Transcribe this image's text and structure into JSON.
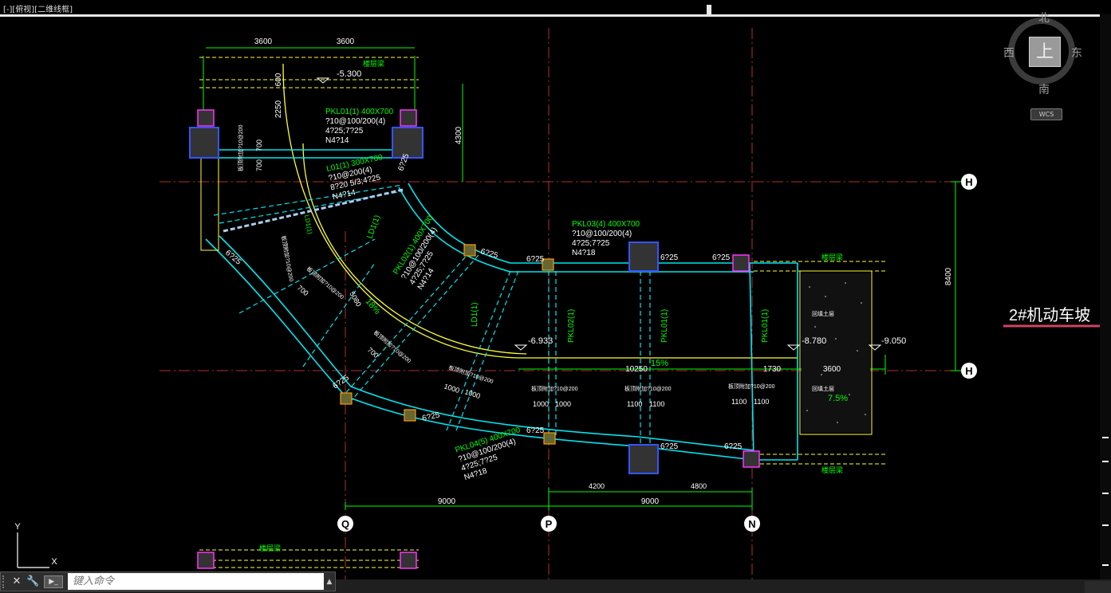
{
  "viewport": {
    "label": "[-][俯视][二维线框]"
  },
  "viewcube": {
    "north": "北",
    "south": "南",
    "east": "东",
    "west": "西",
    "face": "上",
    "wcs": "WCS"
  },
  "command": {
    "placeholder": "键入命令",
    "close_icon": "✕",
    "settings_icon": "🔧",
    "prompt_icon": "▶_",
    "history_icon": "▲"
  },
  "ucs": {
    "x": "X",
    "y": "Y"
  },
  "drawing": {
    "dims": [
      "3600",
      "3600",
      "600",
      "2250",
      "4300",
      "8400",
      "9000",
      "9000",
      "4200",
      "4800",
      "10250",
      "1730",
      "3600"
    ],
    "levels": [
      "-5.300",
      "-6.933",
      "-8.780",
      "-9.050"
    ],
    "slopes": [
      "15%",
      "7.5%",
      "18%"
    ],
    "beam_PKL01": [
      "PKL01(1) 400X700",
      "?10@100/200(4)",
      "4?25;7?25",
      "N4?14"
    ],
    "beam_L01": [
      "L01(1) 300X700",
      "?10@200(4)",
      "8?20 5/3;4?25",
      "N4?14"
    ],
    "beam_PKL03": [
      "PKL03(4) 400X700",
      "?10@100/200(4)",
      "4?25;7?25",
      "N4?18"
    ],
    "beam_PKL02": [
      "PKL02(1) 400X700",
      "?10@100/200(4)",
      "4?25;7?25",
      "N4?14"
    ],
    "beam_PKL04": [
      "PKL04(5) 400X700",
      "?10@100/200(4)",
      "4?25;7?25",
      "N4?18"
    ],
    "rebar_labels": [
      "6?25",
      "6?25",
      "6?25",
      "6?25",
      "6?25",
      "6?25",
      "6?25",
      "6?25",
      "6?25",
      "6?25",
      "6?25"
    ],
    "slab_labels": [
      "板顶附加?10@200",
      "板顶附加?10@200",
      "板顶附加?10@200",
      "板顶附加?10@200",
      "板顶附加?10@200",
      "板顶附加?10@200",
      "板顶附加?10@200",
      "板顶附加?10@200"
    ],
    "small_dims": [
      "700",
      "700",
      "700",
      "700",
      "1000",
      "1000",
      "1100",
      "1100",
      "1100",
      "1100",
      "1000",
      "1000"
    ],
    "floor_labels": [
      "楼层梁",
      "楼层梁",
      "楼层梁",
      "楼层梁"
    ],
    "beam_tags": [
      "LD1(1)",
      "LD1(1)",
      "LD1(1)",
      "PKL02(1)",
      "PKL01(1)",
      "PKL01(1)"
    ],
    "axes": [
      "Q",
      "P",
      "N",
      "H",
      "H"
    ],
    "ramp_title": "2#机动车坡",
    "fill_labels": [
      "回填土层",
      "回填土层"
    ],
    "radius_tag": "5080"
  },
  "colors": {
    "cyan": "#00e5ee",
    "green": "#00ff00",
    "yellow": "#ffff33",
    "magenta": "#ff33ff",
    "blue": "#2244ff",
    "red": "#cc3333",
    "orange": "#ff9900",
    "white": "#ffffff"
  }
}
